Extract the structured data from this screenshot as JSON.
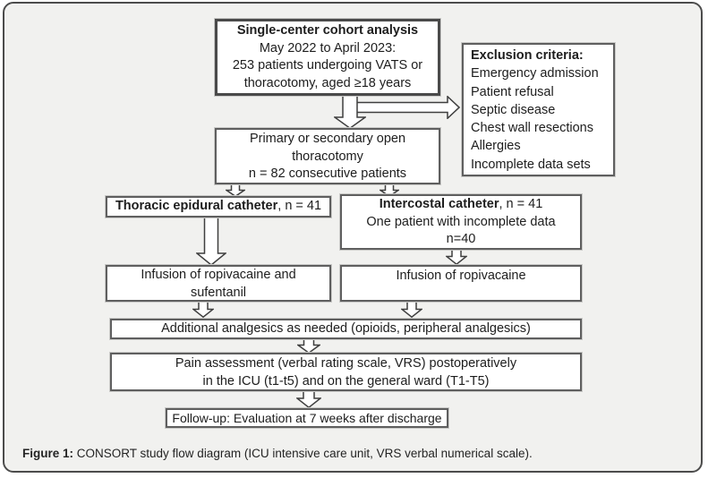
{
  "panel": {
    "background": "#f1f1ef",
    "border_color": "#4c4c4c",
    "box_border_color": "#5f5f5f",
    "arrow_outline_color": "#3f3f3f",
    "arrow_fill_color": "#ffffff"
  },
  "icons": {
    "flow_arrow_down": "hollow outlined arrow pointing down",
    "flow_arrow_right": "hollow outlined arrow pointing right"
  },
  "nodes": {
    "cohort": {
      "title": "Single-center cohort analysis",
      "lines": [
        "May 2022 to April 2023:",
        "253 patients undergoing VATS or",
        "thoracotomy, aged ≥18 years"
      ]
    },
    "exclusion": {
      "title": "Exclusion criteria:",
      "items": [
        "Emergency admission",
        "Patient refusal",
        "Septic disease",
        "Chest wall resections",
        "Allergies",
        "Incomplete data sets"
      ]
    },
    "thoracotomy": {
      "lines": [
        "Primary or secondary open",
        "thoracotomy",
        "n = 82 consecutive patients"
      ]
    },
    "epidural": {
      "bold": "Thoracic epidural catheter",
      "rest": ", n = 41"
    },
    "intercostal": {
      "bold": "Intercostal catheter",
      "rest": ", n = 41",
      "lines": [
        "One patient with incomplete data",
        "n=40"
      ]
    },
    "infusion_left": {
      "lines": [
        "Infusion of ropivacaine and",
        "sufentanil"
      ]
    },
    "infusion_right": {
      "text": "Infusion of ropivacaine"
    },
    "additional": {
      "text": "Additional analgesics as needed (opioids, peripheral analgesics)"
    },
    "pain": {
      "lines": [
        "Pain assessment (verbal rating scale, VRS) postoperatively",
        "in the ICU (t1-t5) and on the general ward (T1-T5)"
      ]
    },
    "followup": {
      "text": "Follow-up: Evaluation at 7 weeks after discharge"
    }
  },
  "caption": {
    "label": "Figure 1:",
    "text": " CONSORT study flow diagram (ICU intensive care unit, VRS verbal numerical scale)."
  }
}
